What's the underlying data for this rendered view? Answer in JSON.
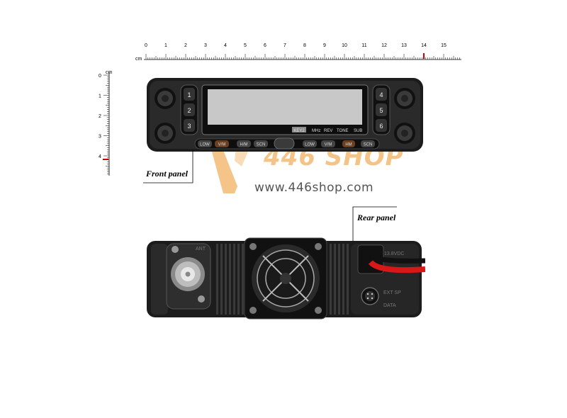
{
  "ruler_h": {
    "unit": "cm",
    "labels": [
      "0",
      "1",
      "2",
      "3",
      "4",
      "5",
      "6",
      "7",
      "8",
      "9",
      "10",
      "11",
      "12",
      "13",
      "14",
      "15"
    ]
  },
  "ruler_v": {
    "unit": "cm",
    "labels": [
      "0",
      "1",
      "2",
      "3",
      "4"
    ]
  },
  "front_panel": {
    "callout": "Front panel",
    "left_keys": [
      "1",
      "2",
      "3"
    ],
    "right_keys": [
      "4",
      "5",
      "6"
    ],
    "display_labels": [
      "MHz",
      "REV",
      "TONE",
      "SUB"
    ],
    "display_badge": "KEY2",
    "bottom_left_buttons": [
      "LOW",
      "V/M",
      "H/M",
      "SCN"
    ],
    "bottom_right_buttons": [
      "LOW",
      "V/M",
      "HM",
      "SCN"
    ]
  },
  "rear_panel": {
    "callout": "Rear panel",
    "ant_label": "ANT",
    "power_label": "13.8VDC",
    "ext_sp_label": "EXT SP",
    "data_label": "DATA"
  },
  "watermark": {
    "shop_name": "446 SHOP",
    "url": "www.446shop.com"
  },
  "colors": {
    "watermark_orange": "#f0b060",
    "radio_body": "#1c1c1c",
    "lcd": "#c8c8c8",
    "cable_red": "#d81818",
    "ruler_mark": "#cc0000"
  }
}
